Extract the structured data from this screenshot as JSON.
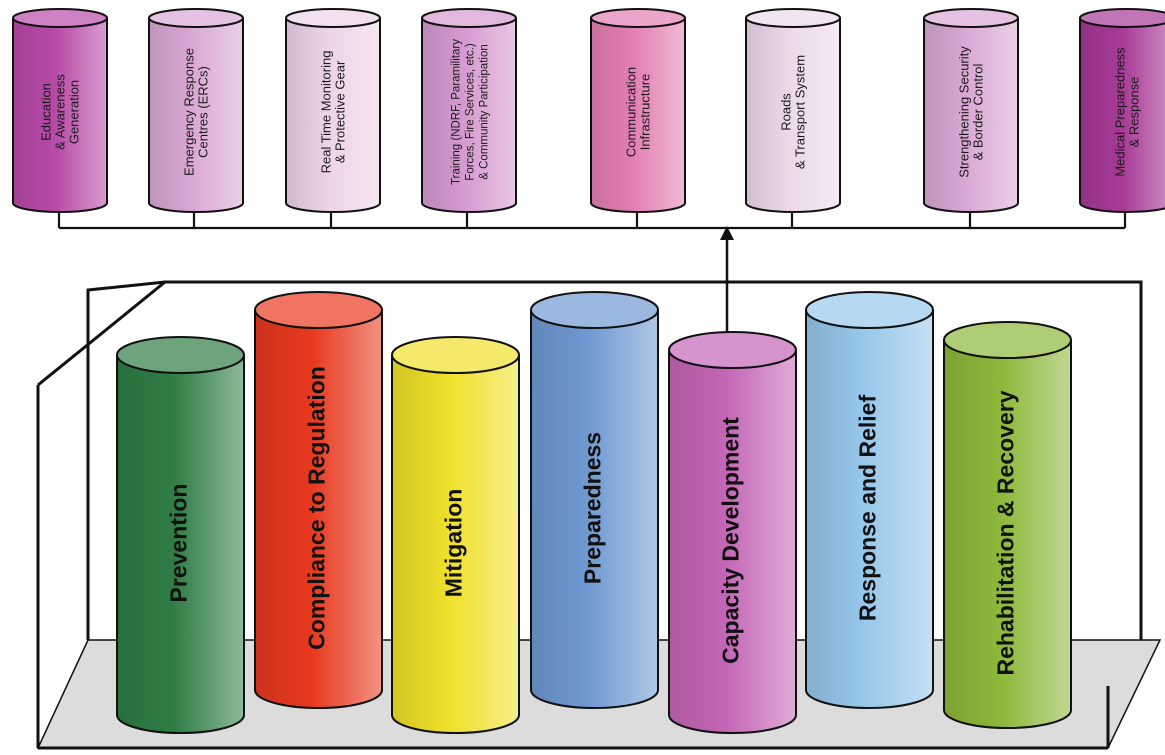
{
  "colors": {
    "outline": "#111111",
    "platform": "#dcdcdc"
  },
  "top_items": [
    {
      "lines": [
        "Education",
        "& Awareness",
        "Generation"
      ],
      "color": "#b84aa8"
    },
    {
      "lines": [
        "Emergency Response",
        "Centres (ERCs)"
      ],
      "color": "#d9a8d4"
    },
    {
      "lines": [
        "Real Time Monitoring",
        "& Protective Gear"
      ],
      "color": "#ecd3ea"
    },
    {
      "lines": [
        "Training (NDRF, Paramilitary",
        "Forces, Fire Services, etc.)",
        "& Community Participation"
      ],
      "color": "#d69ad0"
    },
    {
      "lines": [
        "Communication",
        "Infrastructure"
      ],
      "color": "#e37fb3"
    },
    {
      "lines": [
        "Roads",
        "& Transport System"
      ],
      "color": "#ecd8eb"
    },
    {
      "lines": [
        "Strengthening Security",
        "& Border Control"
      ],
      "color": "#d9a8d4"
    },
    {
      "lines": [
        "Medical Preparedness",
        "& Response"
      ],
      "color": "#a73a96"
    }
  ],
  "pillars": [
    {
      "label": "Prevention",
      "color": "#2f7d45"
    },
    {
      "label": "Compliance to Regulation",
      "color": "#e8391f"
    },
    {
      "label": "Mitigation",
      "color": "#efe02a"
    },
    {
      "label": "Preparedness",
      "color": "#6f99d2"
    },
    {
      "label": "Capacity Development",
      "color": "#c466b6"
    },
    {
      "label": "Response and Relief",
      "color": "#96c7ea"
    },
    {
      "label": "Rehabilitation & Recovery",
      "color": "#8db83a"
    }
  ]
}
